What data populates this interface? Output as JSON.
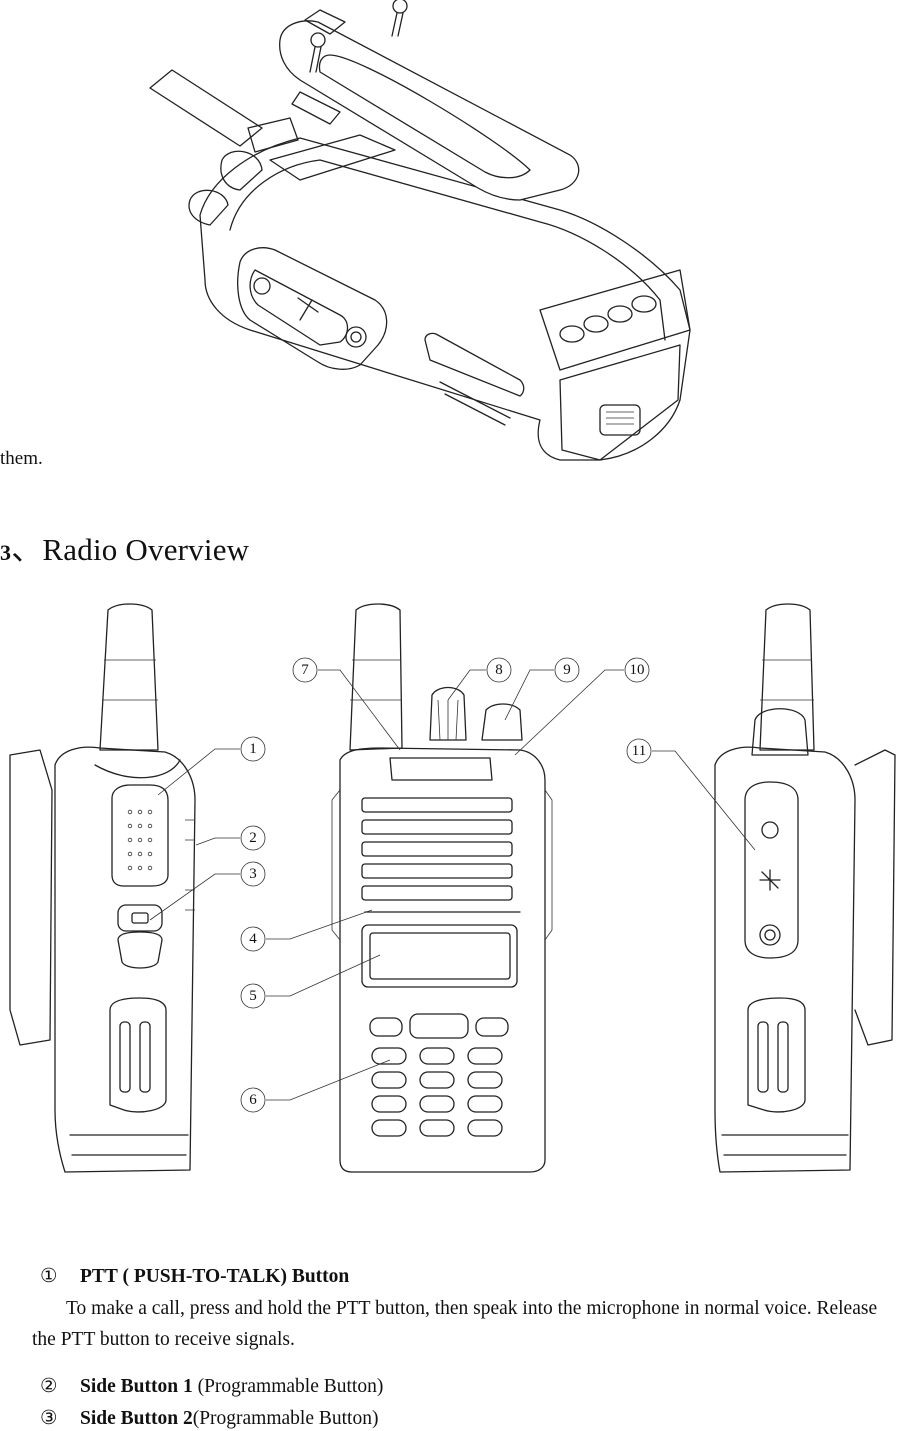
{
  "intro_tail": "them.",
  "section": {
    "number": "3",
    "separator": "、",
    "title": "Radio Overview"
  },
  "callouts": [
    "1",
    "2",
    "3",
    "4",
    "5",
    "6",
    "7",
    "8",
    "9",
    "10",
    "11"
  ],
  "items": [
    {
      "mark": "①",
      "name": "PTT ( PUSH-TO-TALK) Button",
      "rest": ""
    },
    {
      "mark": "②",
      "name": "Side Button 1",
      "rest": " (Programmable Button)"
    },
    {
      "mark": "③",
      "name": "Side Button 2",
      "rest": "(Programmable Button)"
    }
  ],
  "ptt_description": "To make a call, press and hold the PTT button, then speak into the microphone in normal voice. Release the PTT button to receive signals."
}
